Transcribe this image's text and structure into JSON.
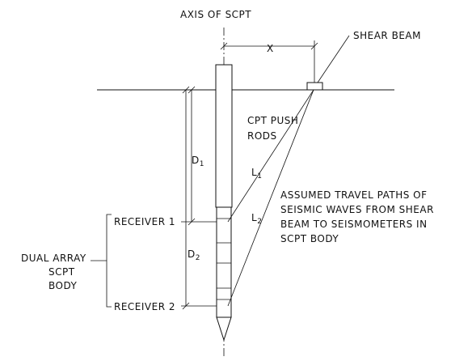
{
  "labels": {
    "axis": "AXIS OF SCPT",
    "shear_beam": "SHEAR BEAM",
    "x": "X",
    "push_rods_line1": "CPT PUSH",
    "push_rods_line2": "RODS",
    "d1_main": "D",
    "d1_sub": "1",
    "d2_main": "D",
    "d2_sub": "2",
    "l1_main": "L",
    "l1_sub": "1",
    "l2_main": "L",
    "l2_sub": "2",
    "receiver1": "RECEIVER 1",
    "receiver2": "RECEIVER 2",
    "dual_line1": "DUAL ARRAY",
    "dual_line2": "SCPT",
    "dual_line3": "BODY",
    "travel_line1": "ASSUMED TRAVEL PATHS OF",
    "travel_line2": "SEISMIC WAVES FROM SHEAR",
    "travel_line3": "BEAM TO SEISMOMETERS IN",
    "travel_line4": "SCPT BODY"
  }
}
